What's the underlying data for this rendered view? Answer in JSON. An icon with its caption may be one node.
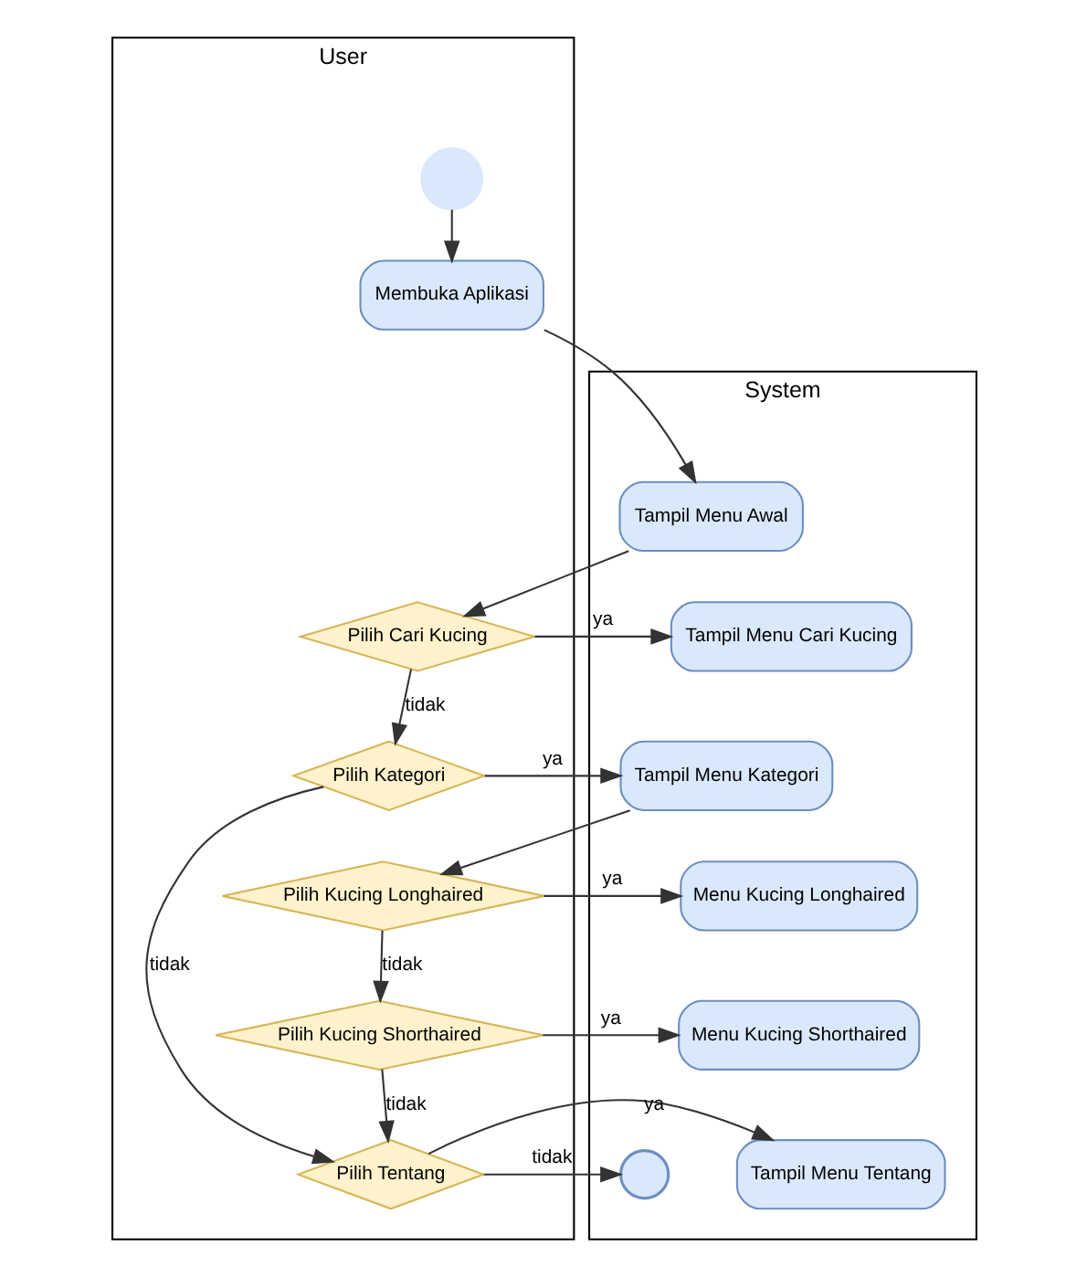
{
  "diagram": {
    "nodes": [
      {
        "text": [
          "User"
        ]
      },
      {
        "text": [
          "System"
        ]
      },
      {
        "text": [],
        "shape": "circle",
        "in": 0
      },
      {
        "text": [
          "Membuka Aplikasi"
        ],
        "in": 0
      },
      {
        "text": [
          "Tampil Menu Awal"
        ],
        "in": 1
      },
      {
        "text": [
          "Pilih Cari Kucing"
        ],
        "in": 0
      },
      {
        "text": [
          "Tampil Menu Cari Kucing"
        ],
        "in": 1
      },
      {
        "text": [
          "Pilih Kategori"
        ],
        "in": 0
      },
      {
        "text": [
          "Tampil Menu Kategori"
        ],
        "in": 1
      },
      {
        "text": [
          "Pilih Kucing Longhaired"
        ],
        "in": 0
      },
      {
        "text": [
          "Menu Kucing Longhaired"
        ],
        "in": 1
      },
      {
        "text": [
          "Pilih Kucing Shorthaired"
        ],
        "in": 0
      },
      {
        "text": [
          "Menu Kucing Shorthaired"
        ],
        "in": 1
      },
      {
        "text": [
          "Pilih Tentang"
        ],
        "in": 0
      },
      {
        "text": [
          "Tampil Menu Tentang"
        ],
        "in": 1
      },
      {
        "text": [],
        "shape": "circle",
        "in": 1
      }
    ],
    "edges": [
      {
        "from": 2,
        "to": 3,
        "arrow": "to"
      },
      {
        "from": 3,
        "to": 4,
        "arrow": "to"
      },
      {
        "from": 4,
        "to": 5,
        "arrow": "to"
      },
      {
        "from": 5,
        "to": 6,
        "arrow": "to",
        "label": "ya"
      },
      {
        "from": 5,
        "to": 7,
        "arrow": "to",
        "label": "tidak"
      },
      {
        "from": 7,
        "to": 8,
        "arrow": "to",
        "label": "ya"
      },
      {
        "from": 8,
        "to": 9,
        "arrow": "to"
      },
      {
        "from": 9,
        "to": 10,
        "arrow": "to",
        "label": "ya"
      },
      {
        "from": 9,
        "to": 11,
        "arrow": "to",
        "label": "tidak"
      },
      {
        "from": 11,
        "to": 12,
        "arrow": "to",
        "label": "ya"
      },
      {
        "from": 11,
        "to": 13,
        "arrow": "to",
        "label": "tidak"
      },
      {
        "from": 7,
        "to": 13,
        "arrow": "to",
        "label": "tidak"
      },
      {
        "from": 13,
        "to": 14,
        "arrow": "to",
        "label": "ya"
      },
      {
        "from": 13,
        "to": 15,
        "arrow": "to",
        "label": "tidak"
      }
    ]
  }
}
